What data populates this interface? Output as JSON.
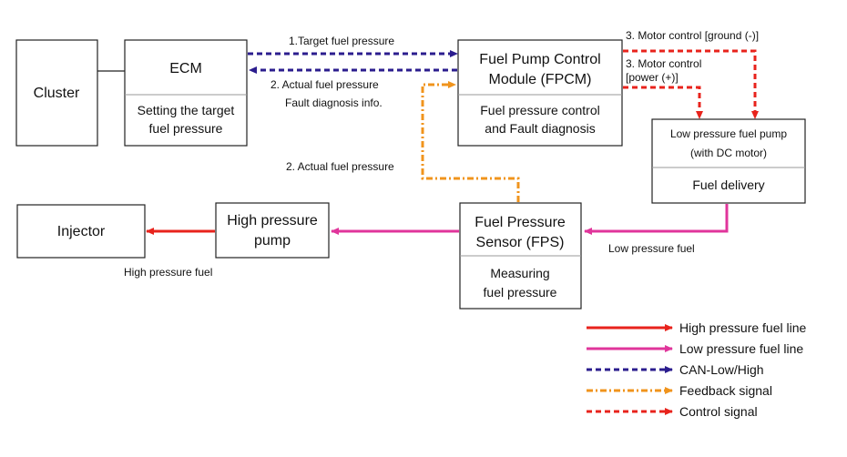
{
  "blocks": {
    "cluster": {
      "title": "Cluster"
    },
    "ecm": {
      "title": "ECM",
      "sub1": "Setting the target",
      "sub2": "fuel pressure"
    },
    "fpcm": {
      "title1": "Fuel Pump Control",
      "title2": "Module (FPCM)",
      "sub1": "Fuel pressure control",
      "sub2": "and Fault diagnosis"
    },
    "lpp": {
      "title1": "Low pressure fuel pump",
      "title2": "(with DC motor)",
      "sub": "Fuel delivery"
    },
    "fps": {
      "title1": "Fuel Pressure",
      "title2": "Sensor (FPS)",
      "sub1": "Measuring",
      "sub2": "fuel pressure"
    },
    "hpp": {
      "title1": "High pressure",
      "title2": "pump"
    },
    "injector": {
      "title": "Injector"
    }
  },
  "labels": {
    "target": "1.Target fuel pressure",
    "actual1": "2. Actual fuel pressure",
    "fault": "Fault diagnosis info.",
    "actual2": "2. Actual fuel pressure",
    "motor_ground": "3. Motor control [ground (-)]",
    "motor_power1": "3. Motor control",
    "motor_power2": "[power (+)]",
    "low_fuel": "Low pressure fuel",
    "high_fuel": "High pressure fuel"
  },
  "legend": [
    {
      "label": "High pressure fuel line",
      "style": "high"
    },
    {
      "label": "Low pressure fuel line",
      "style": "low"
    },
    {
      "label": "CAN-Low/High",
      "style": "can"
    },
    {
      "label": "Feedback signal",
      "style": "feedback"
    },
    {
      "label": "Control signal",
      "style": "control"
    }
  ],
  "colors": {
    "high": "#e8231c",
    "low": "#e0359b",
    "can": "#2b1d8e",
    "feedback": "#f0941d",
    "control": "#e8231c"
  }
}
